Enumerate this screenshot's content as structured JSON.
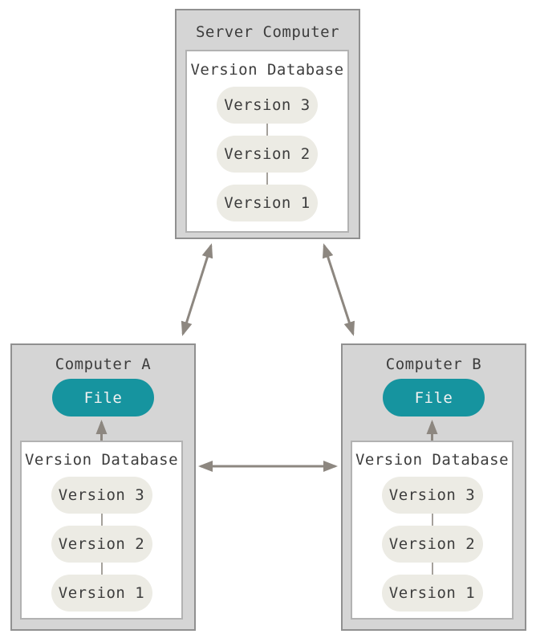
{
  "colors": {
    "accent_teal": "#16949f",
    "box_fill": "#d5d5d5",
    "box_border": "#909090",
    "inner_border": "#b2b2b2",
    "pill_bg": "#ecebe4",
    "text": "#3d3d3d",
    "arrow": "#8d8780",
    "connector": "#a5a19b",
    "file_text": "#f2f2f2"
  },
  "server": {
    "title": "Server Computer",
    "database": {
      "label": "Version Database",
      "versions": [
        "Version 3",
        "Version 2",
        "Version 1"
      ]
    }
  },
  "computer_a": {
    "title": "Computer A",
    "file_label": "File",
    "database": {
      "label": "Version Database",
      "versions": [
        "Version 3",
        "Version 2",
        "Version 1"
      ]
    }
  },
  "computer_b": {
    "title": "Computer B",
    "file_label": "File",
    "database": {
      "label": "Version Database",
      "versions": [
        "Version 3",
        "Version 2",
        "Version 1"
      ]
    }
  }
}
